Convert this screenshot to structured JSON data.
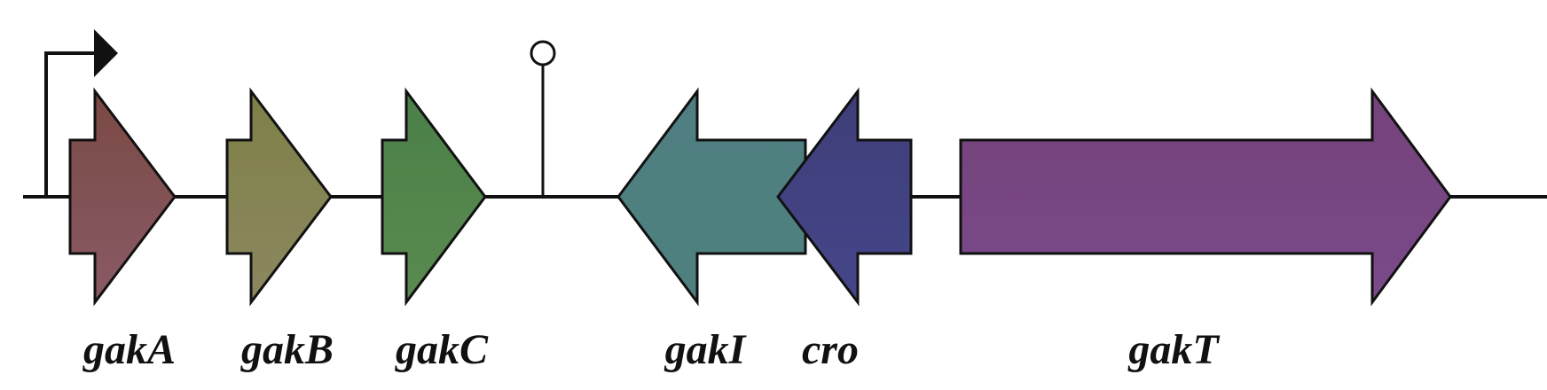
{
  "genes": [
    {
      "id": "gakA",
      "label": "gakA",
      "color": "#7a4944",
      "color_light": "#8a5a66",
      "strand": "+"
    },
    {
      "id": "gakB",
      "label": "gakB",
      "color": "#7e8047",
      "color_light": "#8c8760",
      "strand": "+"
    },
    {
      "id": "gakC",
      "label": "gakC",
      "color": "#4a8048",
      "color_light": "#5a8a50",
      "strand": "+"
    },
    {
      "id": "gakI",
      "label": "gakI",
      "color": "#4f7f80",
      "color_light": "#4f8080",
      "strand": "-"
    },
    {
      "id": "cro",
      "label": "cro",
      "color": "#3e3e78",
      "color_light": "#45468a",
      "strand": "-"
    },
    {
      "id": "gakT",
      "label": "gakT",
      "color": "#74437a",
      "color_light": "#7a4a8a",
      "strand": "+"
    }
  ],
  "features": {
    "promoter": {
      "icon": "promoter-arrow-icon"
    },
    "terminator": {
      "icon": "terminator-lollipop-icon"
    }
  },
  "colors": {
    "outline": "#111111",
    "backbone": "#111111",
    "background": "#ffffff"
  }
}
